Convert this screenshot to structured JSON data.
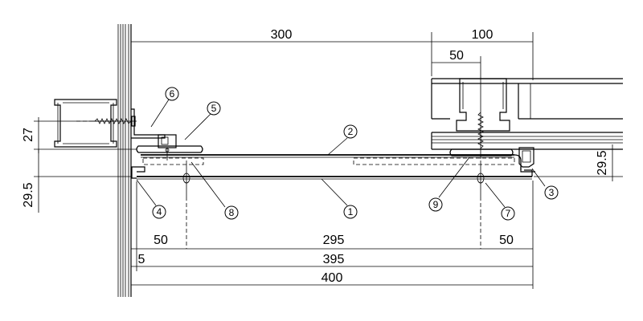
{
  "dimensions": {
    "top_300": "300",
    "top_100": "100",
    "top_50": "50",
    "left_27": "27",
    "left_29_5": "29.5",
    "right_29_5": "29.5",
    "bottom_50_left": "50",
    "bottom_295": "295",
    "bottom_50_right": "50",
    "bottom_5": "5",
    "bottom_395": "395",
    "bottom_400": "400"
  },
  "callouts": {
    "c1": "1",
    "c2": "2",
    "c3": "3",
    "c4": "4",
    "c5": "5",
    "c6": "6",
    "c7": "7",
    "c8": "8",
    "c9": "9"
  }
}
